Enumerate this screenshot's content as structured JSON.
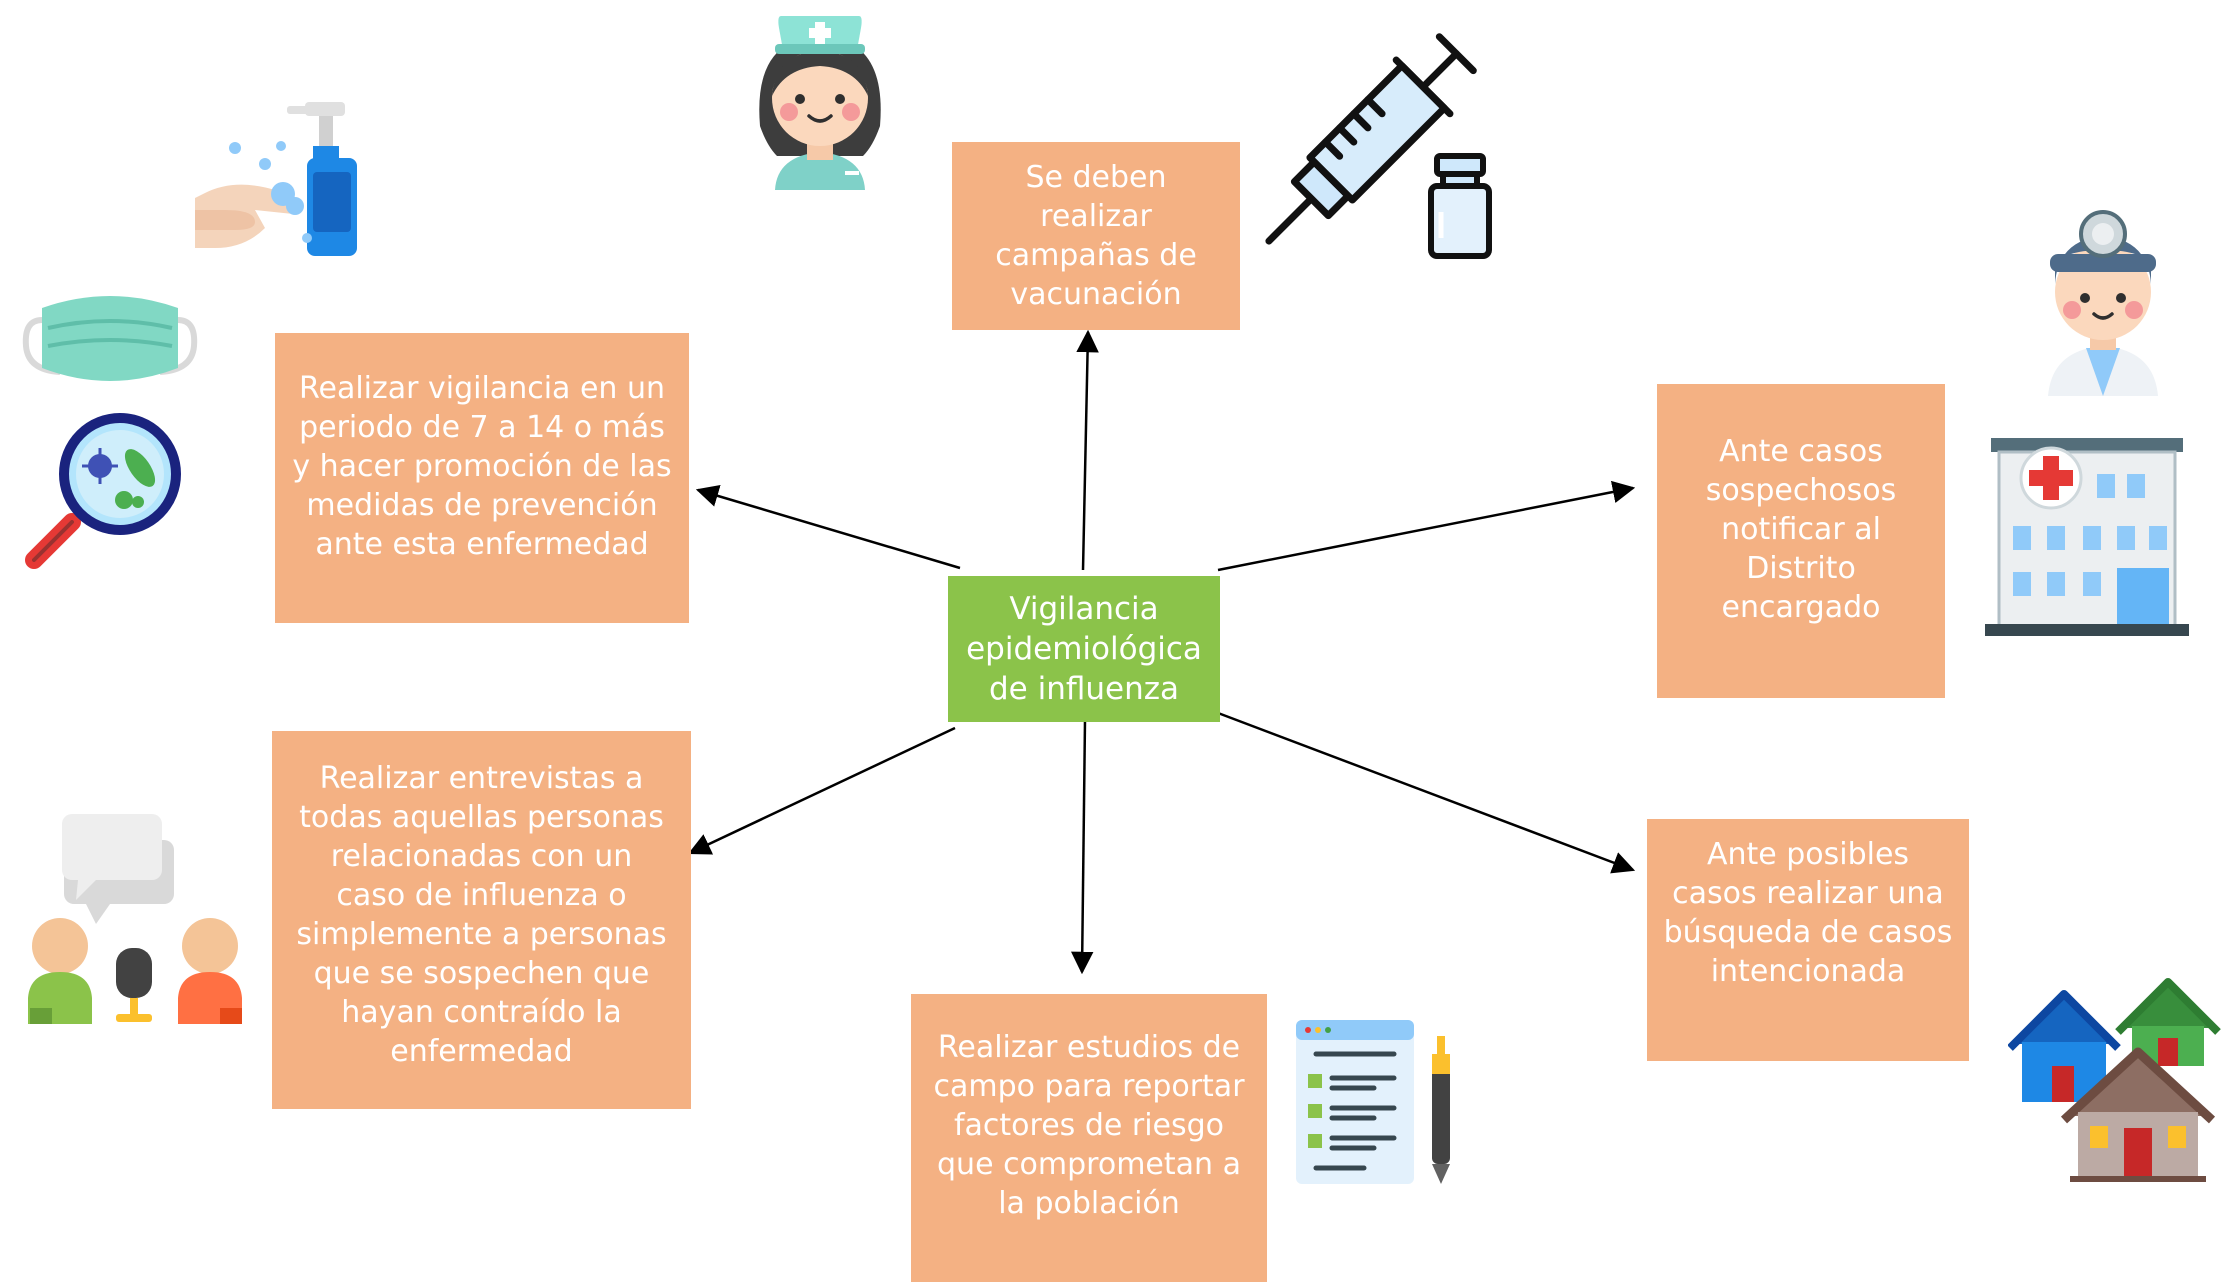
{
  "center": {
    "label": "Vigilancia epidemiológica de influenza"
  },
  "nodes": [
    {
      "id": "vacunacion",
      "label": "Se deben realizar campañas de vacunación"
    },
    {
      "id": "vigilancia",
      "label": "Realizar vigilancia en un periodo de 7 a 14 o más y hacer promoción de las medidas de prevención ante esta enfermedad"
    },
    {
      "id": "notificar",
      "label": "Ante casos sospechosos notificar al Distrito encargado"
    },
    {
      "id": "entrevistas",
      "label": "Realizar entrevistas a todas aquellas personas relacionadas con un caso de influenza o simplemente a personas que se sospechen que hayan contraído la enfermedad"
    },
    {
      "id": "estudios",
      "label": "Realizar estudios de campo para reportar factores de riesgo que comprometan a la población"
    },
    {
      "id": "busqueda",
      "label": "Ante posibles casos realizar una búsqueda de casos intencionada"
    }
  ],
  "icons": [
    "nurse-icon",
    "syringe-icon",
    "vial-icon",
    "hand-sanitizer-icon",
    "face-mask-icon",
    "magnifier-virus-icon",
    "doctor-icon",
    "hospital-icon",
    "interview-icon",
    "checklist-icon",
    "houses-icon"
  ],
  "colors": {
    "box": "#f4b183",
    "center": "#8bc34a",
    "text": "#ffffff",
    "arrow": "#000000"
  }
}
